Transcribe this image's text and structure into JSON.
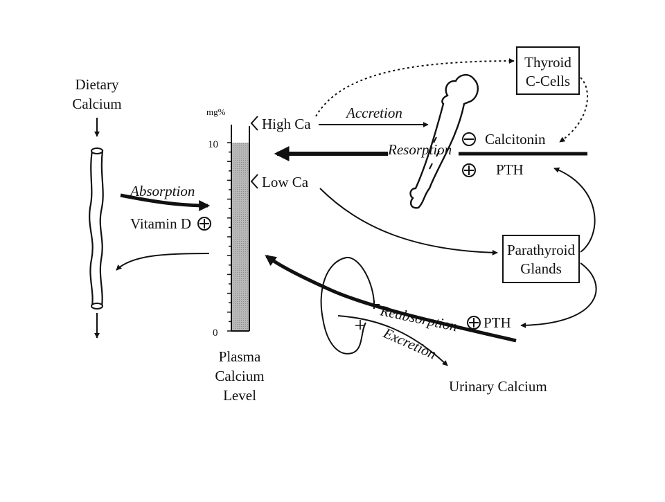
{
  "labels": {
    "dietary_calcium": [
      "Dietary",
      "Calcium"
    ],
    "absorption": "Absorption",
    "vitamin_d": "Vitamin D",
    "plasma_level": [
      "Plasma",
      "Calcium",
      "Level"
    ],
    "unit": "mg%",
    "tick_10": "10",
    "tick_0": "0",
    "high_ca": "High Ca",
    "low_ca": "Low Ca",
    "accretion": "Accretion",
    "resorption": "Resorption",
    "thyroid_box": [
      "Thyroid",
      "C-Cells"
    ],
    "calcitonin": "Calcitonin",
    "pth_bone": "PTH",
    "parathyroid_box": [
      "Parathyroid",
      "Glands"
    ],
    "reabsorption": "Reabsorption",
    "pth_kidney": "PTH",
    "excretion": "Excretion",
    "urinary_calcium": "Urinary Calcium"
  },
  "gauge": {
    "scale_min": 0,
    "scale_max": 10,
    "level": 10
  }
}
